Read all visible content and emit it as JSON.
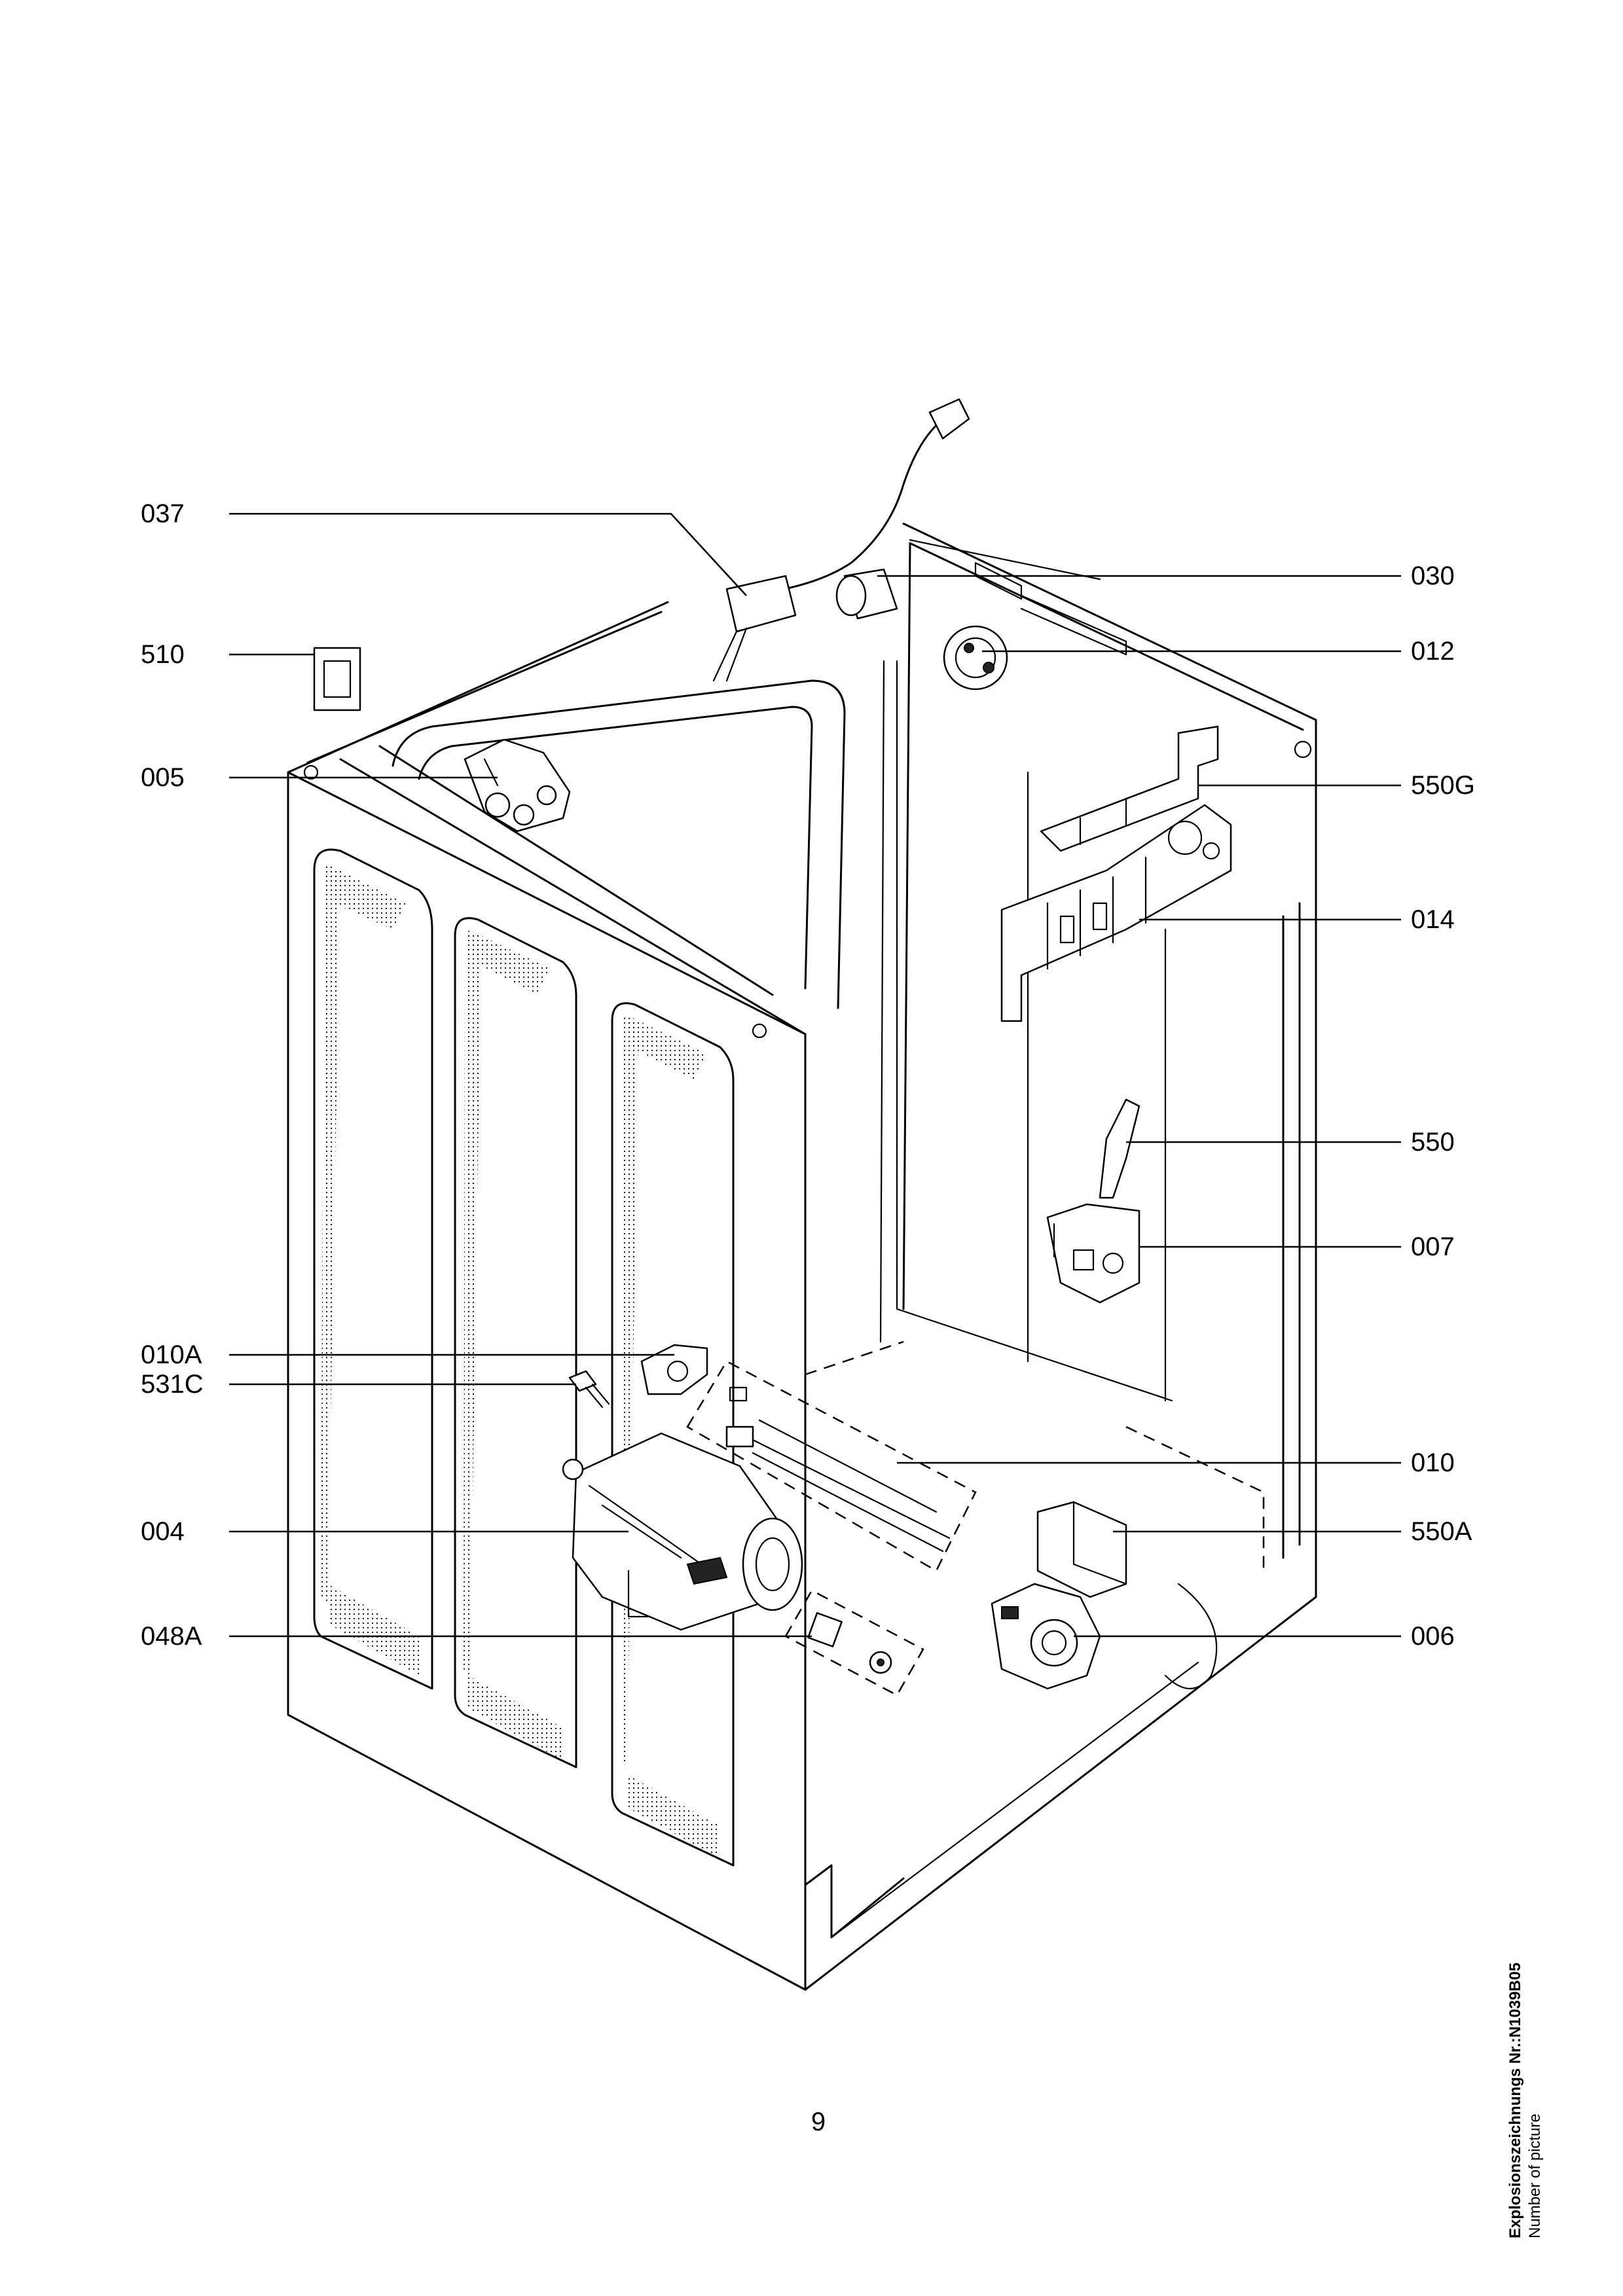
{
  "callouts": {
    "c037": "037",
    "c510": "510",
    "c005": "005",
    "c010A": "010A",
    "c531C": "531C",
    "c004": "004",
    "c048A": "048A",
    "c030": "030",
    "c012": "012",
    "c550G": "550G",
    "c014": "014",
    "c550": "550",
    "c007": "007",
    "c010": "010",
    "c550A": "550A",
    "c006": "006"
  },
  "page_number": "9",
  "caption": {
    "line1": "Explosionszeichnungs Nr.:N1039B05",
    "line2": "Number of picture"
  }
}
